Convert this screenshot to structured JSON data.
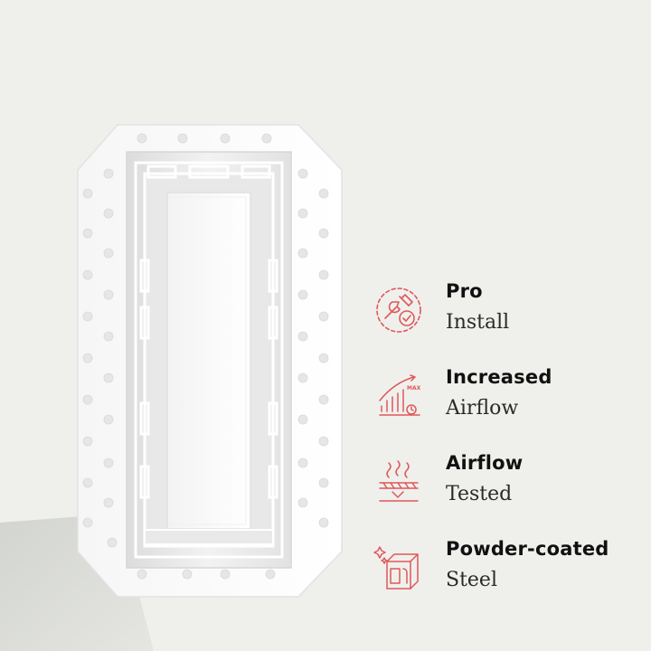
{
  "colors": {
    "background": "#eff0ec",
    "icon_accent": "#e0575b",
    "title_text": "#111111",
    "subtitle_text": "#2a2a2a",
    "product_white": "#f8f8f8"
  },
  "features": [
    {
      "title": "Pro",
      "subtitle": "Install",
      "icon": "wrench-gear-check-icon"
    },
    {
      "title": "Increased",
      "subtitle": "Airflow",
      "icon": "airflow-max-chart-icon"
    },
    {
      "title": "Airflow",
      "subtitle": "Tested",
      "icon": "airflow-waves-icon"
    },
    {
      "title": "Powder-coated",
      "subtitle": "Steel",
      "icon": "steel-cube-icon"
    }
  ],
  "icon_labels": {
    "max": "MAX"
  }
}
